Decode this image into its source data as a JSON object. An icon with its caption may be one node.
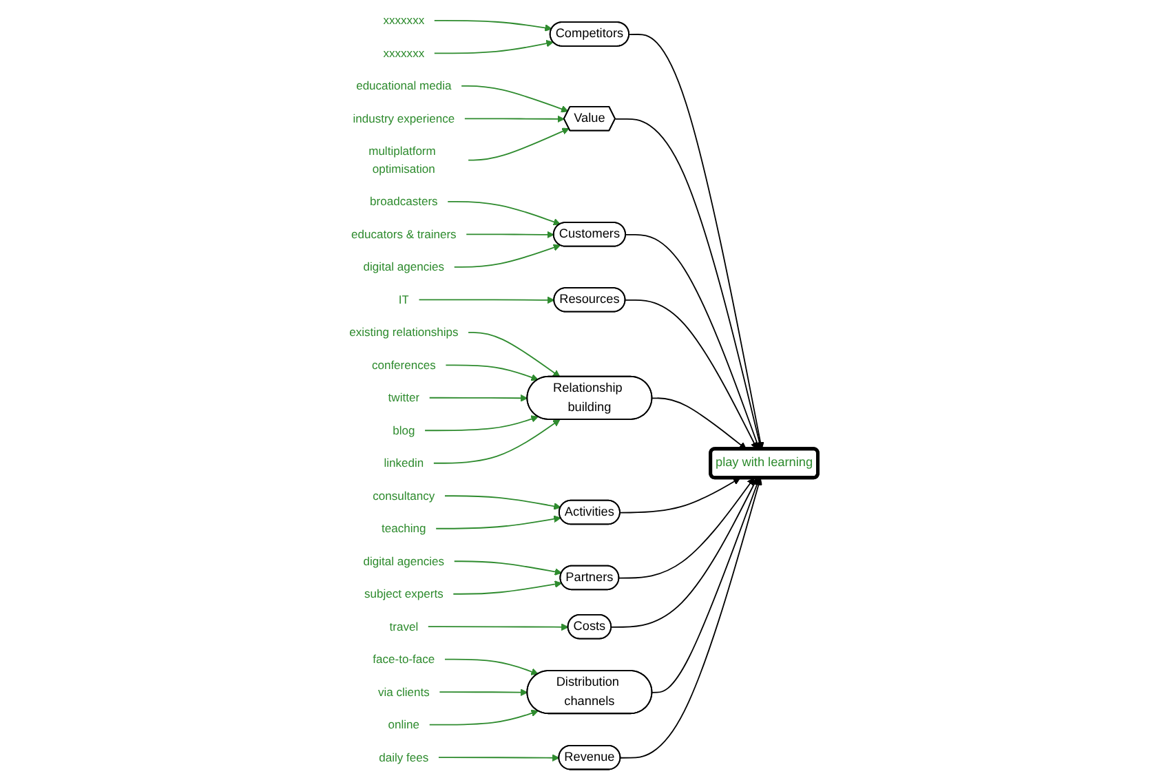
{
  "diagram": {
    "nodes": [
      {
        "text": [
          "play with learning"
        ]
      },
      {
        "text": [
          "Competitors"
        ]
      },
      {
        "text": [
          "Value"
        ]
      },
      {
        "text": [
          "Customers"
        ]
      },
      {
        "text": [
          "Resources"
        ]
      },
      {
        "text": [
          "Relationship building"
        ]
      },
      {
        "text": [
          "Activities"
        ]
      },
      {
        "text": [
          "Partners"
        ]
      },
      {
        "text": [
          "Costs"
        ]
      },
      {
        "text": [
          "Distribution channels"
        ]
      },
      {
        "text": [
          "Revenue"
        ]
      },
      {
        "text": [
          "xxxxxxx"
        ]
      },
      {
        "text": [
          "xxxxxxx"
        ]
      },
      {
        "text": [
          "educational media"
        ]
      },
      {
        "text": [
          "industry experience"
        ]
      },
      {
        "text": [
          "multiplatform optimisation"
        ]
      },
      {
        "text": [
          "broadcasters"
        ]
      },
      {
        "text": [
          "educators & trainers"
        ]
      },
      {
        "text": [
          "digital agencies"
        ]
      },
      {
        "text": [
          "IT"
        ]
      },
      {
        "text": [
          "existing relationships"
        ]
      },
      {
        "text": [
          "conferences"
        ]
      },
      {
        "text": [
          "twitter"
        ]
      },
      {
        "text": [
          "blog"
        ]
      },
      {
        "text": [
          "linkedin"
        ]
      },
      {
        "text": [
          "consultancy"
        ]
      },
      {
        "text": [
          "teaching"
        ]
      },
      {
        "text": [
          "digital agencies"
        ]
      },
      {
        "text": [
          "subject experts"
        ]
      },
      {
        "text": [
          "travel"
        ]
      },
      {
        "text": [
          "face-to-face"
        ]
      },
      {
        "text": [
          "via clients"
        ]
      },
      {
        "text": [
          "online"
        ]
      },
      {
        "text": [
          "daily fees"
        ]
      }
    ],
    "edges": [
      {
        "from": 1,
        "to": 0,
        "arrow": "to",
        "color": "#000000"
      },
      {
        "from": 2,
        "to": 0,
        "arrow": "to",
        "color": "#000000"
      },
      {
        "from": 3,
        "to": 0,
        "arrow": "to",
        "color": "#000000"
      },
      {
        "from": 4,
        "to": 0,
        "arrow": "to",
        "color": "#000000"
      },
      {
        "from": 5,
        "to": 0,
        "arrow": "to",
        "color": "#000000"
      },
      {
        "from": 6,
        "to": 0,
        "arrow": "to",
        "color": "#000000"
      },
      {
        "from": 7,
        "to": 0,
        "arrow": "to",
        "color": "#000000"
      },
      {
        "from": 8,
        "to": 0,
        "arrow": "to",
        "color": "#000000"
      },
      {
        "from": 9,
        "to": 0,
        "arrow": "to",
        "color": "#000000"
      },
      {
        "from": 10,
        "to": 0,
        "arrow": "to",
        "color": "#000000"
      },
      {
        "from": 11,
        "to": 1,
        "arrow": "to"
      },
      {
        "from": 12,
        "to": 1,
        "arrow": "to"
      },
      {
        "from": 13,
        "to": 2,
        "arrow": "to"
      },
      {
        "from": 14,
        "to": 2,
        "arrow": "to"
      },
      {
        "from": 15,
        "to": 2,
        "arrow": "to"
      },
      {
        "from": 16,
        "to": 3,
        "arrow": "to"
      },
      {
        "from": 17,
        "to": 3,
        "arrow": "to"
      },
      {
        "from": 18,
        "to": 3,
        "arrow": "to"
      },
      {
        "from": 19,
        "to": 4,
        "arrow": "to"
      },
      {
        "from": 20,
        "to": 5,
        "arrow": "to"
      },
      {
        "from": 21,
        "to": 5,
        "arrow": "to"
      },
      {
        "from": 22,
        "to": 5,
        "arrow": "to"
      },
      {
        "from": 23,
        "to": 5,
        "arrow": "to"
      },
      {
        "from": 24,
        "to": 5,
        "arrow": "to"
      },
      {
        "from": 25,
        "to": 6,
        "arrow": "to"
      },
      {
        "from": 26,
        "to": 6,
        "arrow": "to"
      },
      {
        "from": 27,
        "to": 7,
        "arrow": "to"
      },
      {
        "from": 28,
        "to": 7,
        "arrow": "to"
      },
      {
        "from": 29,
        "to": 8,
        "arrow": "to"
      },
      {
        "from": 30,
        "to": 9,
        "arrow": "to"
      },
      {
        "from": 31,
        "to": 9,
        "arrow": "to"
      },
      {
        "from": 32,
        "to": 9,
        "arrow": "to"
      },
      {
        "from": 33,
        "to": 10,
        "arrow": "to"
      }
    ]
  }
}
